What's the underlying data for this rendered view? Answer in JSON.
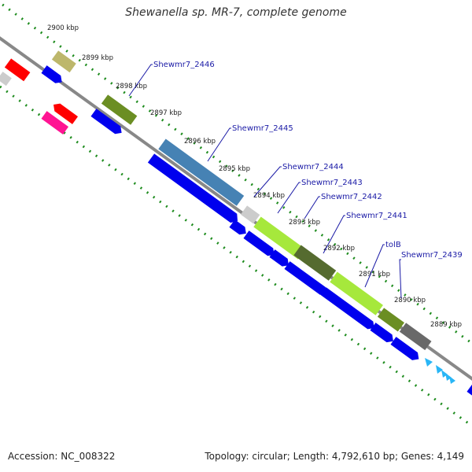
{
  "title": "Shewanella sp. MR-7, complete genome",
  "accession_text": "Accession: NC_008322",
  "summary_text": "Topology: circular; Length: 4,792,610 bp; Genes: 4,149",
  "scale_labels": [
    "2900 kbp",
    "2899 kbp",
    "2898 kbp",
    "2897 kbp",
    "2896 kbp",
    "2895 kbp",
    "2894 kbp",
    "2893 kbp",
    "2892 kbp",
    "2891 kbp",
    "2890 kbp",
    "2889 kbp"
  ],
  "gene_labels": [
    "Shewmr7_2446",
    "Shewmr7_2445",
    "Shewmr7_2444",
    "Shewmr7_2443",
    "Shewmr7_2442",
    "Shewmr7_2441",
    "tolB",
    "Shewmr7_2439"
  ],
  "colors": {
    "backbone": "#808080",
    "scale_dots": "#1e8c1e",
    "cds_blue": "#0000ee",
    "label_blue": "#1a1aa6",
    "khaki": "#bdb76b",
    "olive": "#6b8e23",
    "steelblue": "#4682b4",
    "light_gray": "#cccccc",
    "lime": "#a6e83c",
    "dark_olive": "#556b2f",
    "dim_gray": "#696969",
    "red": "#ff0000",
    "pink": "#ff1493",
    "cyan": "#29b6f6"
  }
}
